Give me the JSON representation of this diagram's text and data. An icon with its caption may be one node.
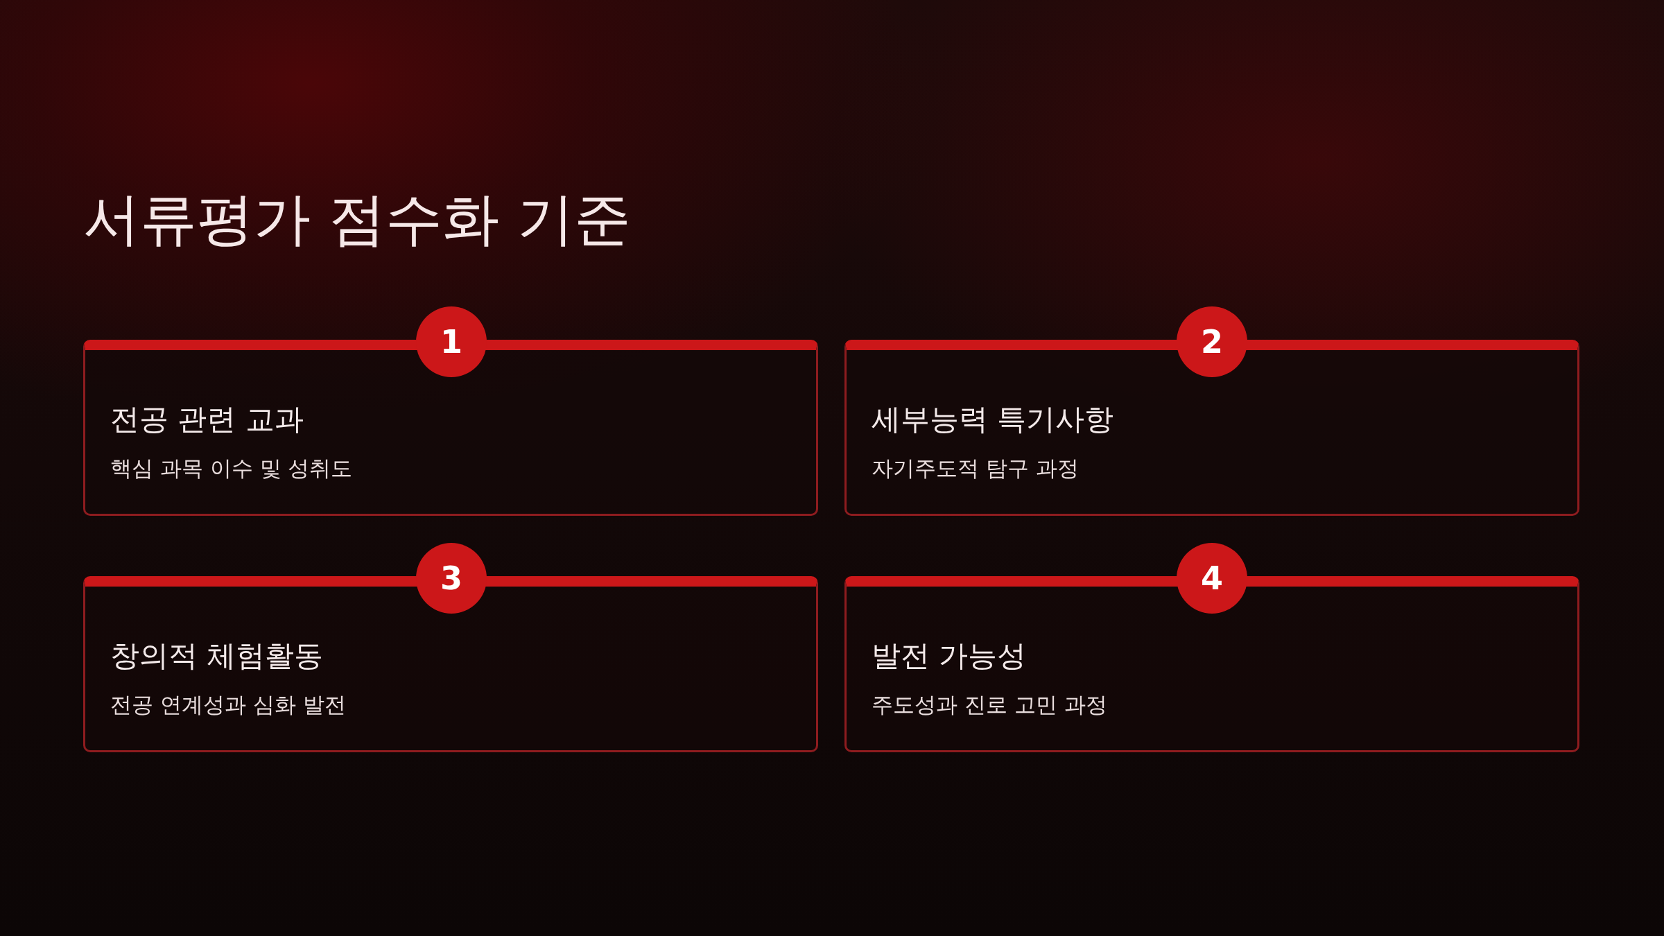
{
  "diagram": {
    "title": "서류평가 점수화 기준",
    "nodes": [
      {
        "text": [
          "1"
        ]
      },
      {
        "text": [
          "전공 관련 교과",
          "핵심 과목 이수 및 성취도"
        ]
      },
      {
        "text": [
          "2"
        ]
      },
      {
        "text": [
          "세부능력 특기사항",
          "자기주도적 탐구 과정"
        ]
      },
      {
        "text": [
          "3"
        ]
      },
      {
        "text": [
          "창의적 체험활동",
          "전공 연계성과 심화 발전"
        ]
      },
      {
        "text": [
          "4"
        ]
      },
      {
        "text": [
          "발전 가능성",
          "주도성과 진로 고민 과정"
        ]
      }
    ],
    "edges": []
  }
}
